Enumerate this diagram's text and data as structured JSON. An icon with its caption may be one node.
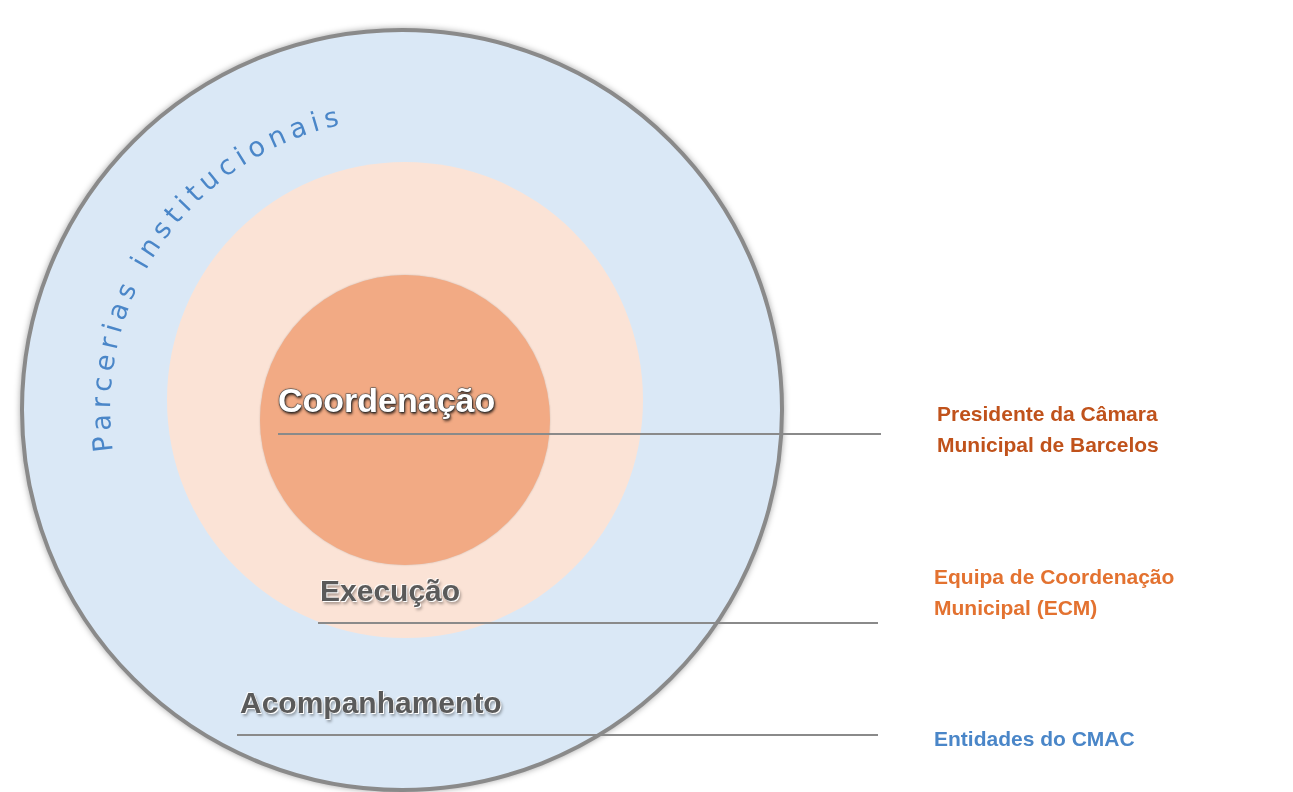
{
  "diagram": {
    "nodes": [
      {
        "text": [
          "Acompanhamento"
        ]
      },
      {
        "text": [
          "Execução"
        ],
        "in": 0
      },
      {
        "text": [
          "Coordenação"
        ],
        "in": 1
      },
      {
        "text": [
          "Presidente da Câmara Municipal de Barcelos"
        ]
      },
      {
        "text": [
          "Equipa de Coordenação Municipal (ECM)"
        ]
      },
      {
        "text": [
          "Entidades do CMAC"
        ]
      }
    ],
    "edges": [
      {
        "from": 2,
        "to": 3,
        "arrow": "none"
      },
      {
        "from": 1,
        "to": 4,
        "arrow": "none"
      },
      {
        "from": 0,
        "to": 5,
        "arrow": "none"
      }
    ],
    "labels": [
      "Parcerias institucionais"
    ]
  }
}
